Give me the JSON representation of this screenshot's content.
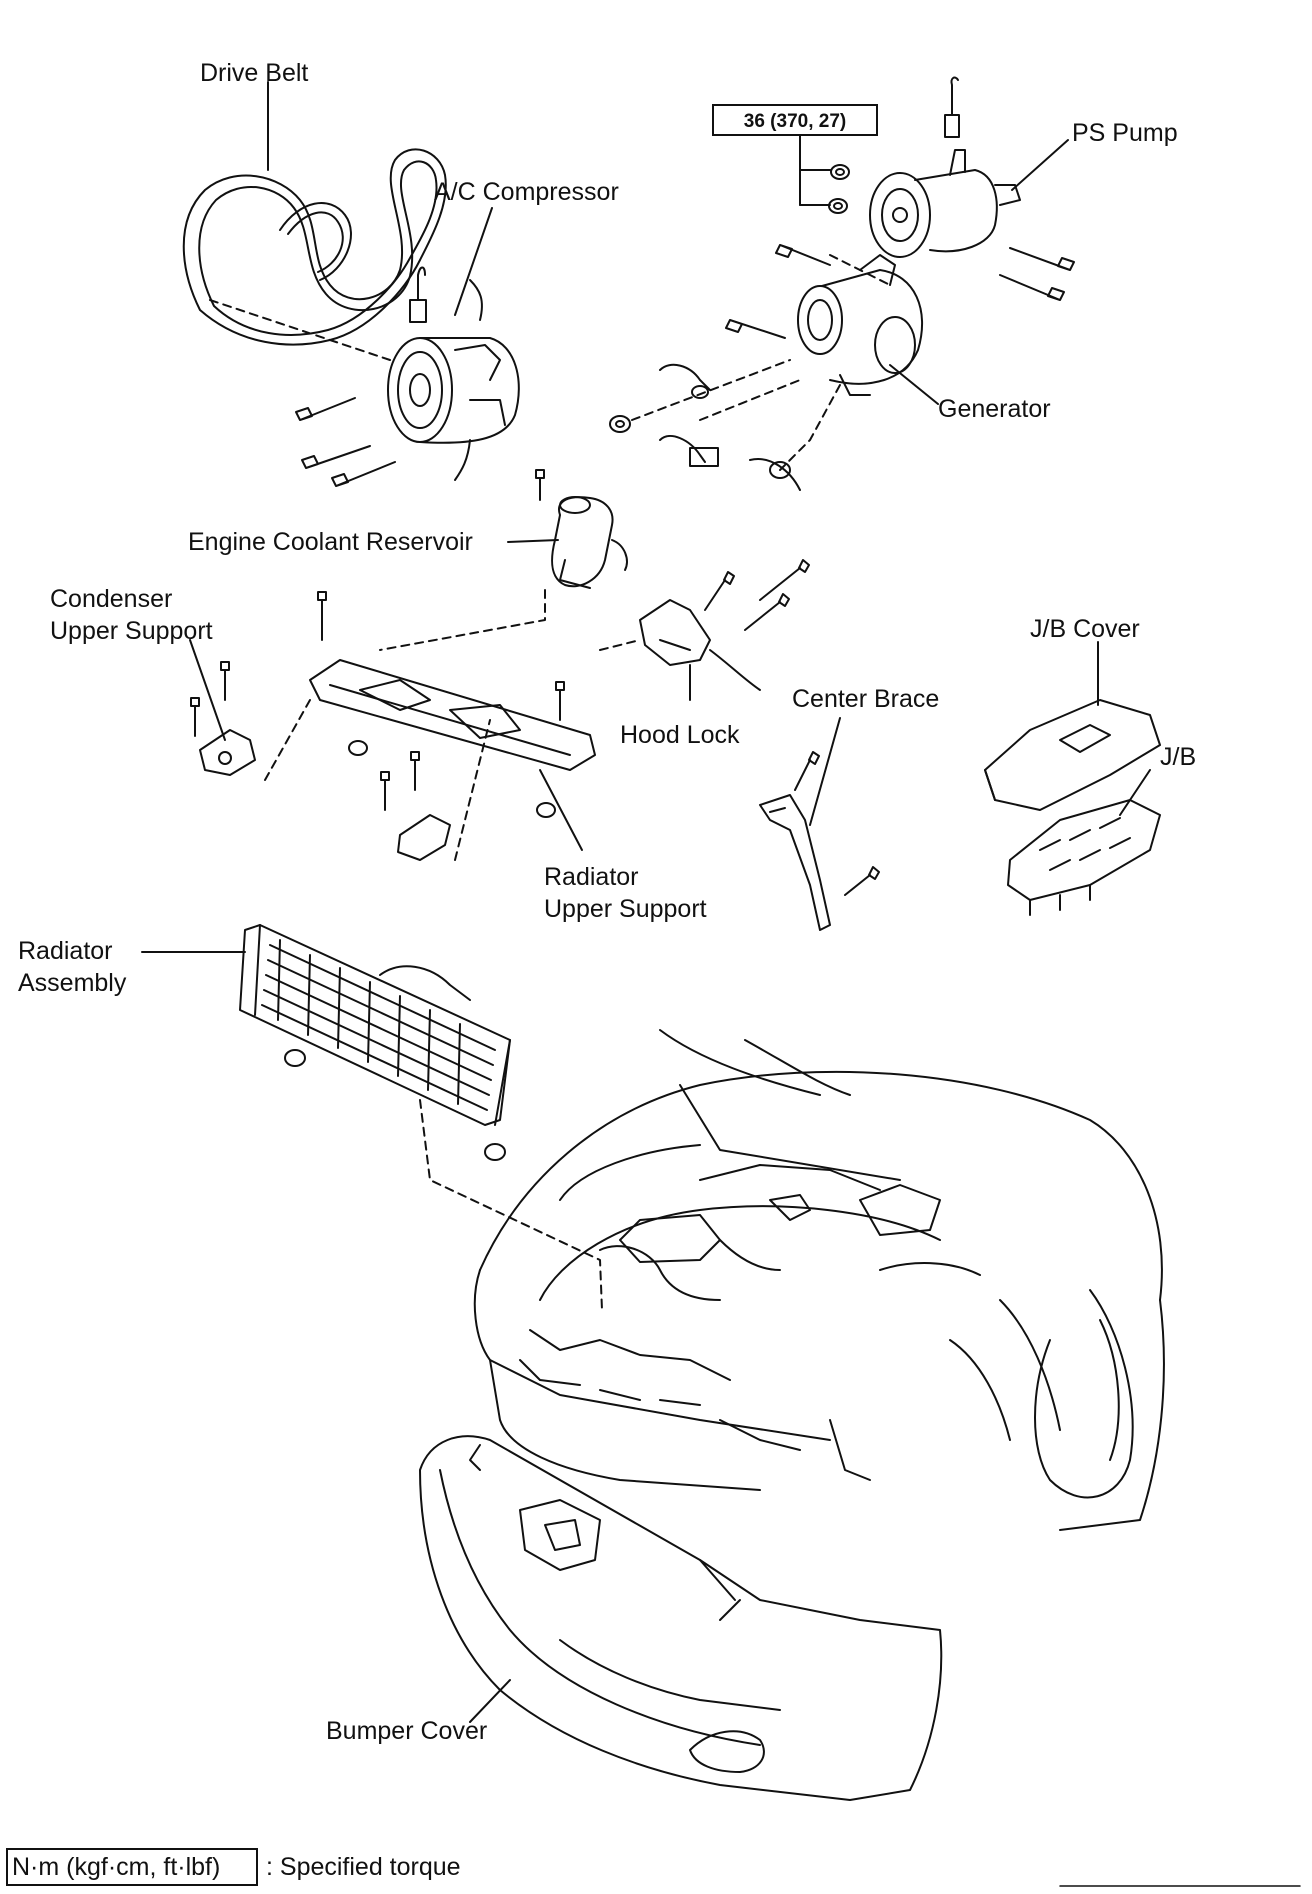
{
  "labels": {
    "drive_belt": "Drive Belt",
    "ac_compressor": "A/C Compressor",
    "ps_pump": "PS Pump",
    "generator": "Generator",
    "engine_coolant_reservoir": "Engine Coolant Reservoir",
    "condenser_upper_support_1": "Condenser",
    "condenser_upper_support_2": "Upper Support",
    "jb_cover": "J/B Cover",
    "center_brace": "Center Brace",
    "hood_lock": "Hood Lock",
    "jb": "J/B",
    "radiator_upper_support_1": "Radiator",
    "radiator_upper_support_2": "Upper Support",
    "radiator_assembly_1": "Radiator",
    "radiator_assembly_2": "Assembly",
    "bumper_cover": "Bumper Cover"
  },
  "torque": {
    "ps_pump_nuts": "36 (370, 27)"
  },
  "legend": {
    "units": "N·m (kgf·cm, ft·lbf)",
    "description": ": Specified torque"
  }
}
